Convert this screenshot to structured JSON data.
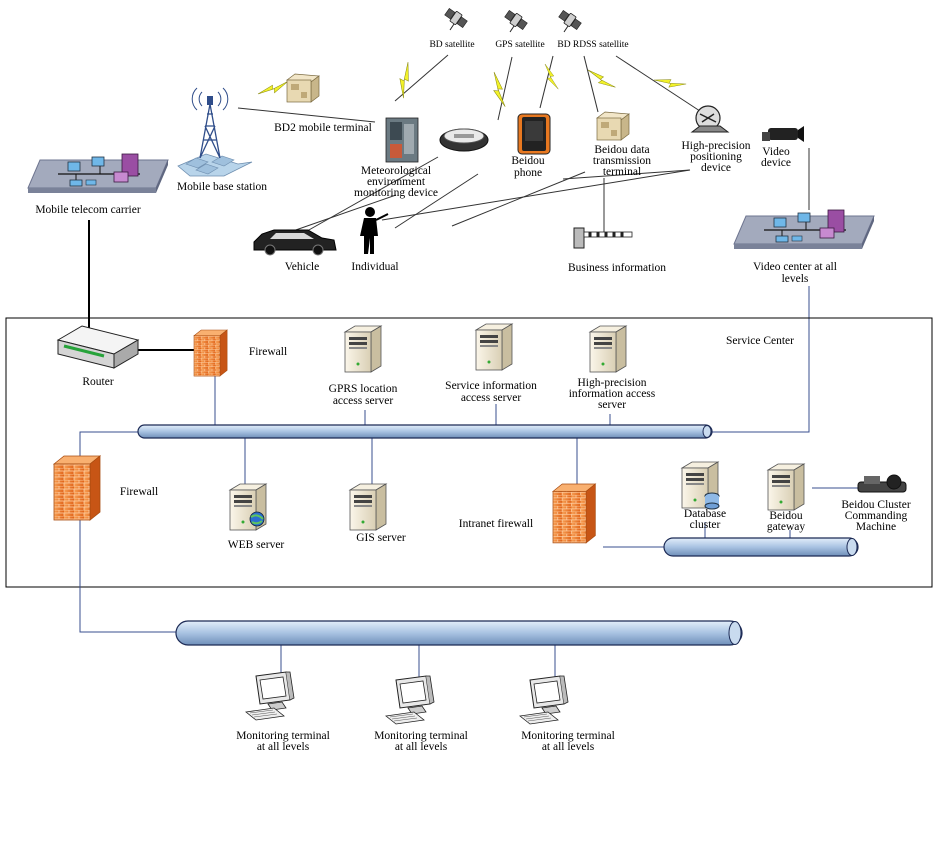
{
  "labels": {
    "bd_satellite": "BD satellite",
    "gps_satellite": "GPS satellite",
    "bd_rdss_satellite": "BD RDSS satellite",
    "bd2_mobile_terminal": "BD2 mobile terminal",
    "mobile_base_station": "Mobile base station",
    "mobile_telecom_carrier": "Mobile telecom carrier",
    "meteorological_device": [
      "Meteorological",
      "environment",
      "monitoring device"
    ],
    "beidou_phone": [
      "Beidou",
      "phone"
    ],
    "beidou_data_terminal": [
      "Beidou data",
      "transmission",
      "terminal"
    ],
    "high_precision_device": [
      "High-precision",
      "positioning",
      "device"
    ],
    "video_device": [
      "Video",
      "device"
    ],
    "vehicle": "Vehicle",
    "individual": "Individual",
    "business_information": "Business information",
    "video_center": [
      "Video center at all",
      "levels"
    ],
    "service_center": "Service Center",
    "router": "Router",
    "firewall_top": "Firewall",
    "gprs_server": [
      "GPRS location",
      "access server"
    ],
    "service_info_server": [
      "Service information",
      "access server"
    ],
    "high_precision_server": [
      "High-precision",
      "information access",
      "server"
    ],
    "firewall_left": "Firewall",
    "web_server": "WEB server",
    "gis_server": "GIS server",
    "intranet_firewall": "Intranet firewall",
    "database_cluster": [
      "Database",
      "cluster"
    ],
    "beidou_gateway": [
      "Beidou",
      "gateway"
    ],
    "beidou_cluster_machine": [
      "Beidou Cluster",
      "Commanding",
      "Machine"
    ],
    "monitoring_terminal_1": [
      "Monitoring terminal",
      "at all levels"
    ],
    "monitoring_terminal_2": [
      "Monitoring terminal",
      "at all levels"
    ],
    "monitoring_terminal_3": [
      "Monitoring terminal",
      "at all levels"
    ]
  },
  "colors": {
    "bus_fill": "#b8cfe8",
    "bus_stroke": "#1c2a55",
    "firewall_orange": "#f07a22",
    "lightning_yellow": "#f2f22a",
    "server_beige": "#efe6cf",
    "platform_gray": "#9aa3b8"
  }
}
